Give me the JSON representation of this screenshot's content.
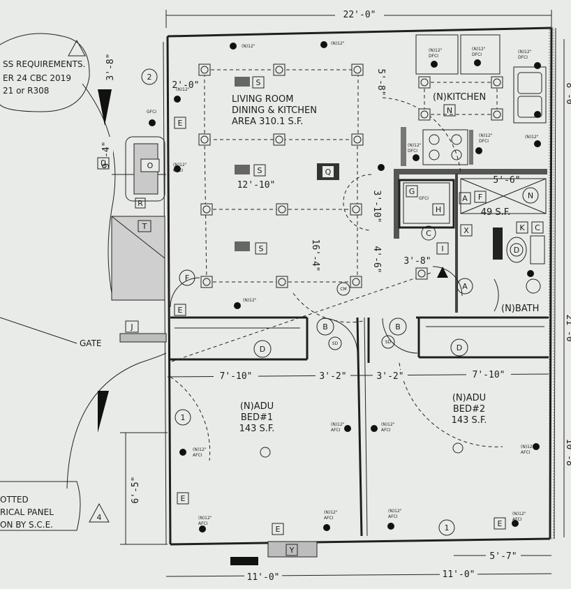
{
  "dims": {
    "top_width": "22'-0\"",
    "left_top": "3'-8\"",
    "left_mid": "9'-4\"",
    "left_low": "6'-5\"",
    "ceiling_a": "2'-0\"",
    "ceiling_b": "5'-8\"",
    "living_width": "12'-10\"",
    "living_depth": "16'-4\"",
    "hall_a": "3'-10\"",
    "hall_b": "4'-6\"",
    "hall_c": "3'-8\"",
    "bath_width": "5'-6\"",
    "bed1_w": "7'-10\"",
    "door_a": "3'-2\"",
    "door_b": "3'-2\"",
    "bed2_w": "7'-10\"",
    "bottom_left": "11'-0\"",
    "bottom_right": "11'-0\"",
    "bottom_small": "5'-7\"",
    "right_top": "8'-0\"",
    "right_mid": "21'-0\"",
    "right_low": "10'-8\""
  },
  "rooms": {
    "living_l1": "LIVING ROOM",
    "living_l2": "DINING & KITCHEN",
    "living_l3": "AREA 310.1 S.F.",
    "kitchen": "(N)KITCHEN",
    "bath_area": "49 S.F.",
    "bath": "(N)BATH",
    "bed1_l1": "(N)ADU",
    "bed1_l2": "BED#1",
    "bed1_l3": "143 S.F.",
    "bed2_l1": "(N)ADU",
    "bed2_l2": "BED#2",
    "bed2_l3": "143 S.F."
  },
  "notes": {
    "req_l1": "SS REQUIREMENTS.",
    "req_l2": "ER 24  CBC 2019",
    "req_l3": "21 or R308",
    "panel_l1": "OTTED",
    "panel_l2": "RICAL PANEL",
    "panel_l3": "ON BY S.C.E.",
    "gate": "GATE"
  },
  "tags": {
    "s": "S",
    "q": "Q",
    "e": "E",
    "o": "O",
    "u": "U",
    "r": "R",
    "t": "T",
    "f": "F",
    "j": "J",
    "g": "G",
    "h": "H",
    "c": "C",
    "a": "A",
    "n": "N",
    "x": "X",
    "k": "K",
    "d": "D",
    "b": "B",
    "i": "I",
    "y": "Y",
    "sd": "SD",
    "one": "1",
    "two": "2",
    "four": "4",
    "cm": "CM"
  },
  "small": {
    "n12": "(N)12\"",
    "gfci": "GFCI",
    "afci": "AFCI",
    "dfci": "DFCI"
  }
}
